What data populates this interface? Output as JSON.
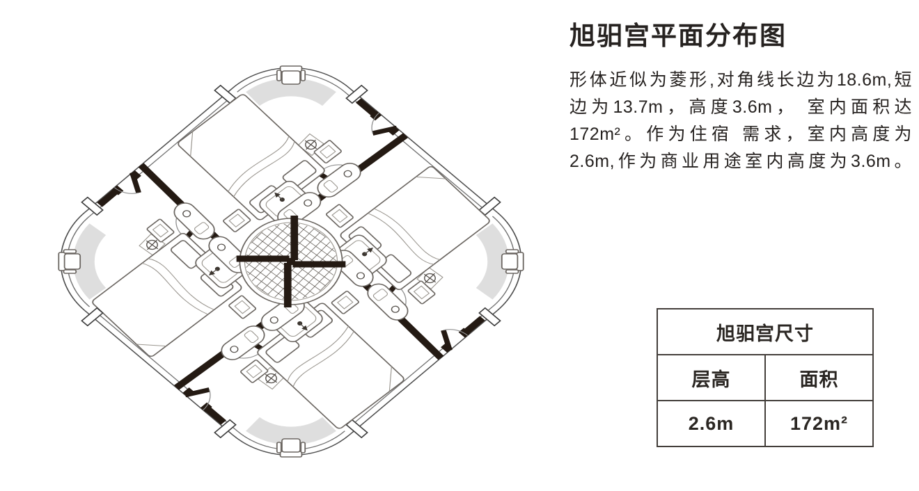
{
  "title": "旭驲宫平面分布图",
  "description": {
    "lines": [
      "形体近似为菱形,对角线长边为18.6m,短",
      "边为13.7m，高度3.6m， 室内面积达",
      "172m²。作为住宿 需求，室内高度为",
      "2.6m,作为商业用途室内高度为3.6m。"
    ]
  },
  "table": {
    "title": "旭驲宫尺寸",
    "col_headers": [
      "层高",
      "面积"
    ],
    "row_values": [
      "2.6m",
      "172m²"
    ]
  },
  "floorplan": {
    "bed_count": 4,
    "wall_color": "#241a13",
    "shade_color": "#dedede",
    "outline_color": "#6a6560"
  }
}
